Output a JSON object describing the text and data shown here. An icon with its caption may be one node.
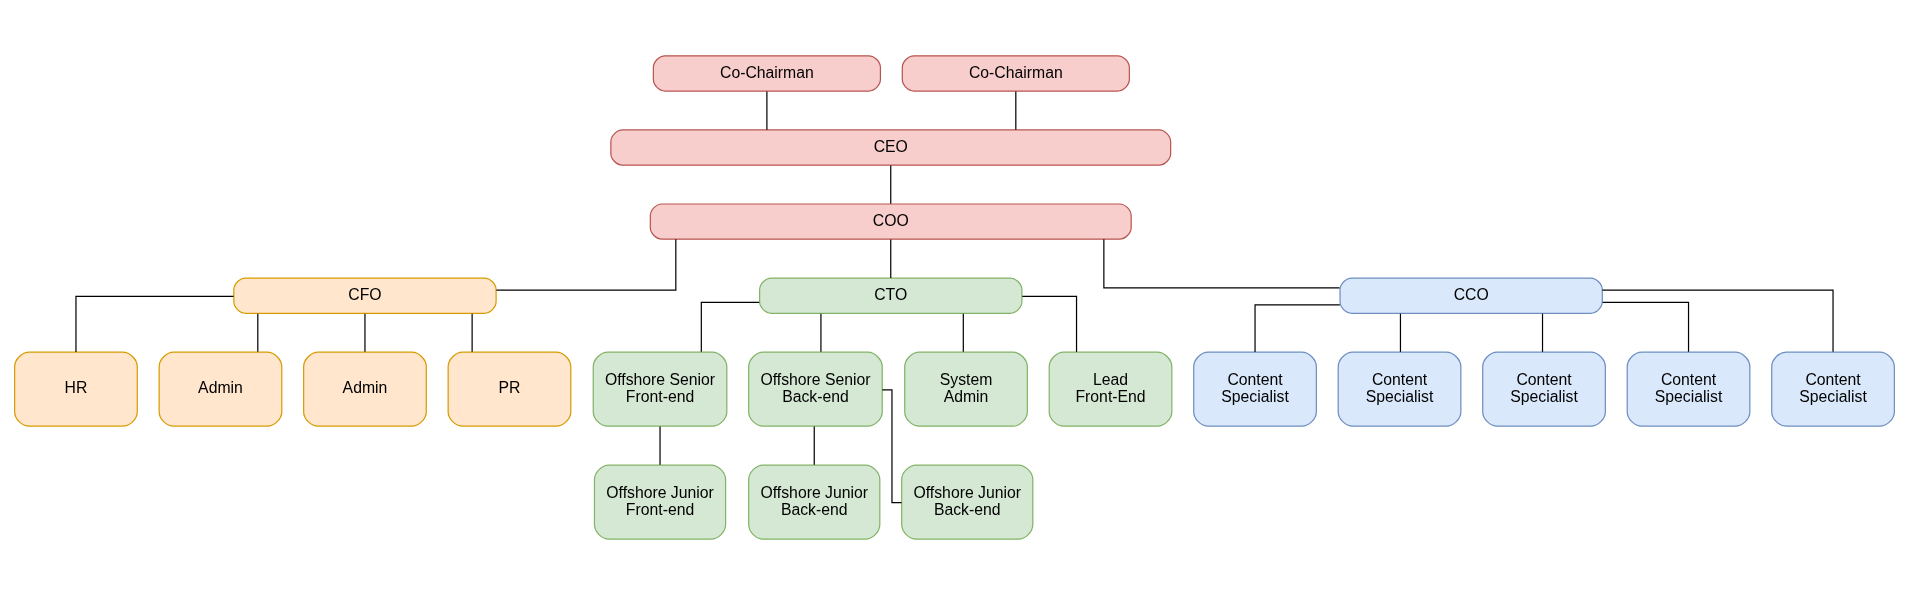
{
  "diagram": {
    "nodes": [
      {
        "text": [
          "Co-Chairman"
        ]
      },
      {
        "text": [
          "Co-Chairman"
        ]
      },
      {
        "text": [
          "CEO"
        ]
      },
      {
        "text": [
          "COO"
        ]
      },
      {
        "text": [
          "CFO"
        ]
      },
      {
        "text": [
          "CTO"
        ]
      },
      {
        "text": [
          "CCO"
        ]
      },
      {
        "text": [
          "HR"
        ]
      },
      {
        "text": [
          "Admin"
        ]
      },
      {
        "text": [
          "Admin"
        ]
      },
      {
        "text": [
          "PR"
        ]
      },
      {
        "text": [
          "Offshore Senior Front-end"
        ]
      },
      {
        "text": [
          "Offshore Senior Back-end"
        ]
      },
      {
        "text": [
          "System Admin"
        ]
      },
      {
        "text": [
          "Lead Front-End"
        ]
      },
      {
        "text": [
          "Content Specialist"
        ]
      },
      {
        "text": [
          "Content Specialist"
        ]
      },
      {
        "text": [
          "Content Specialist"
        ]
      },
      {
        "text": [
          "Content Specialist"
        ]
      },
      {
        "text": [
          "Content Specialist"
        ]
      },
      {
        "text": [
          "Offshore Junior Front-end"
        ]
      },
      {
        "text": [
          "Offshore Junior Back-end"
        ]
      },
      {
        "text": [
          "Offshore Junior Back-end"
        ]
      }
    ],
    "edges": [
      {
        "from": 0,
        "to": 2,
        "arrow": "none"
      },
      {
        "from": 1,
        "to": 2,
        "arrow": "none"
      },
      {
        "from": 2,
        "to": 3,
        "arrow": "none"
      },
      {
        "from": 3,
        "to": 4,
        "arrow": "none"
      },
      {
        "from": 3,
        "to": 5,
        "arrow": "none"
      },
      {
        "from": 3,
        "to": 6,
        "arrow": "none"
      },
      {
        "from": 4,
        "to": 7,
        "arrow": "none"
      },
      {
        "from": 4,
        "to": 8,
        "arrow": "none"
      },
      {
        "from": 4,
        "to": 9,
        "arrow": "none"
      },
      {
        "from": 4,
        "to": 10,
        "arrow": "none"
      },
      {
        "from": 5,
        "to": 11,
        "arrow": "none"
      },
      {
        "from": 5,
        "to": 12,
        "arrow": "none"
      },
      {
        "from": 5,
        "to": 13,
        "arrow": "none"
      },
      {
        "from": 5,
        "to": 14,
        "arrow": "none"
      },
      {
        "from": 6,
        "to": 15,
        "arrow": "none"
      },
      {
        "from": 6,
        "to": 16,
        "arrow": "none"
      },
      {
        "from": 6,
        "to": 17,
        "arrow": "none"
      },
      {
        "from": 6,
        "to": 18,
        "arrow": "none"
      },
      {
        "from": 6,
        "to": 19,
        "arrow": "none"
      },
      {
        "from": 11,
        "to": 20,
        "arrow": "none"
      },
      {
        "from": 12,
        "to": 21,
        "arrow": "none"
      },
      {
        "from": 12,
        "to": 22,
        "arrow": "none"
      }
    ]
  }
}
